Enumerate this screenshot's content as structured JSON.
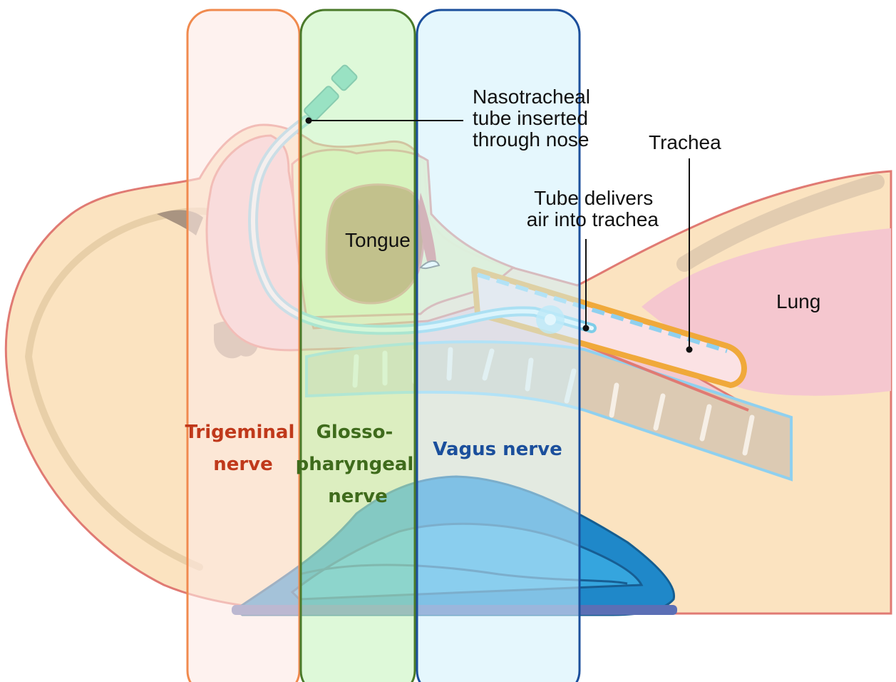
{
  "labels": {
    "tube": [
      "Nasotracheal",
      "tube inserted",
      "through nose"
    ],
    "trachea": "Trachea",
    "delivers": [
      "Tube delivers",
      "air into trachea"
    ],
    "tongue": "Tongue",
    "lung": "Lung"
  },
  "nerves": {
    "trigeminal": {
      "lines": [
        "Trigeminal",
        "nerve"
      ],
      "color": "#c0391b"
    },
    "glosso": {
      "lines": [
        "Glosso-",
        "pharyngeal",
        "nerve"
      ],
      "color": "#3f6b1c"
    },
    "vagus": {
      "lines": [
        "Vagus nerve"
      ],
      "color": "#1b4f9c"
    }
  },
  "colors": {
    "skin": "#fbe3c0",
    "skin_outline": "#e07a73",
    "airway": "#f3c9cf",
    "tongue": "#b8743f",
    "tube": "#bfe8f3",
    "trachea_ring": "#f0a93a",
    "spine": "#dccab3",
    "pad": "#1f88c9"
  }
}
